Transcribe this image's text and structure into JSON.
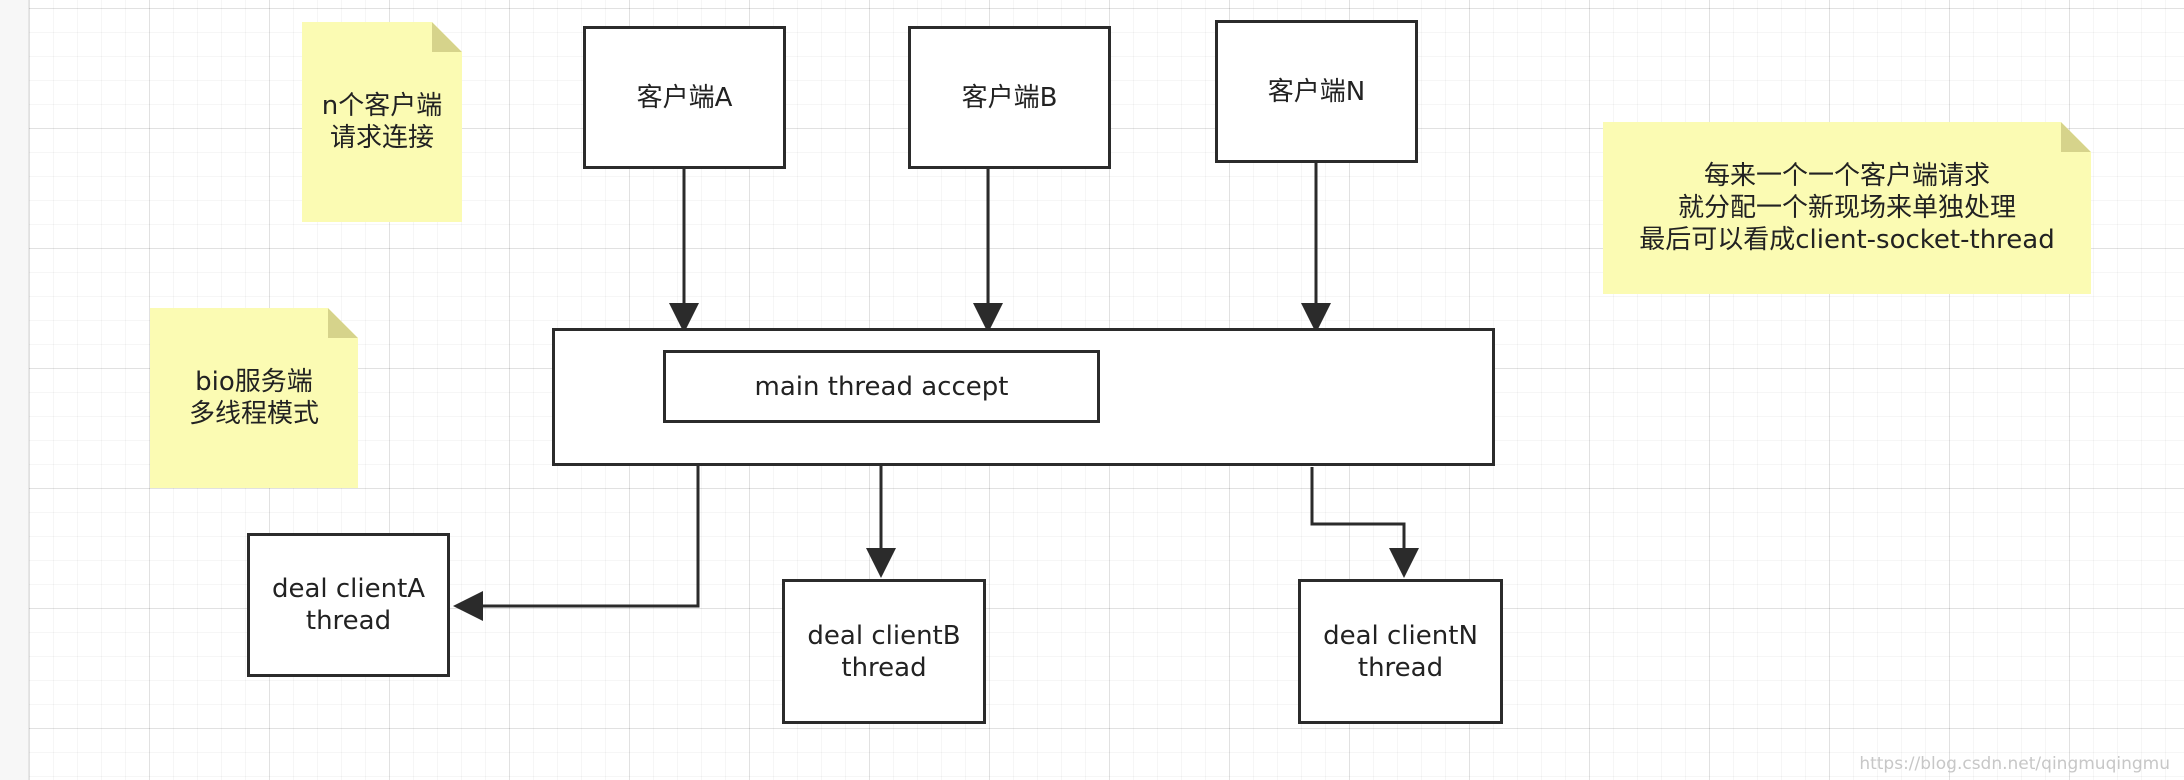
{
  "colors": {
    "note_fill": "#fbfbb3",
    "note_fold": "#d6d38b",
    "stroke": "#2b2b2b"
  },
  "notes": {
    "clients_request": "n个客户端\n请求连接",
    "bio_server": "bio服务端\n多线程模式",
    "explanation": "每来一个一个客户端请求\n就分配一个新现场来单独处理\n最后可以看成client-socket-thread"
  },
  "clients": {
    "a": "客户端A",
    "b": "客户端B",
    "n": "客户端N"
  },
  "server": {
    "main_thread": "main thread accept"
  },
  "workers": {
    "a": "deal clientA\nthread",
    "b": "deal clientB\nthread",
    "n": "deal clientN\nthread"
  },
  "watermark": "https://blog.csdn.net/qingmuqingmu"
}
